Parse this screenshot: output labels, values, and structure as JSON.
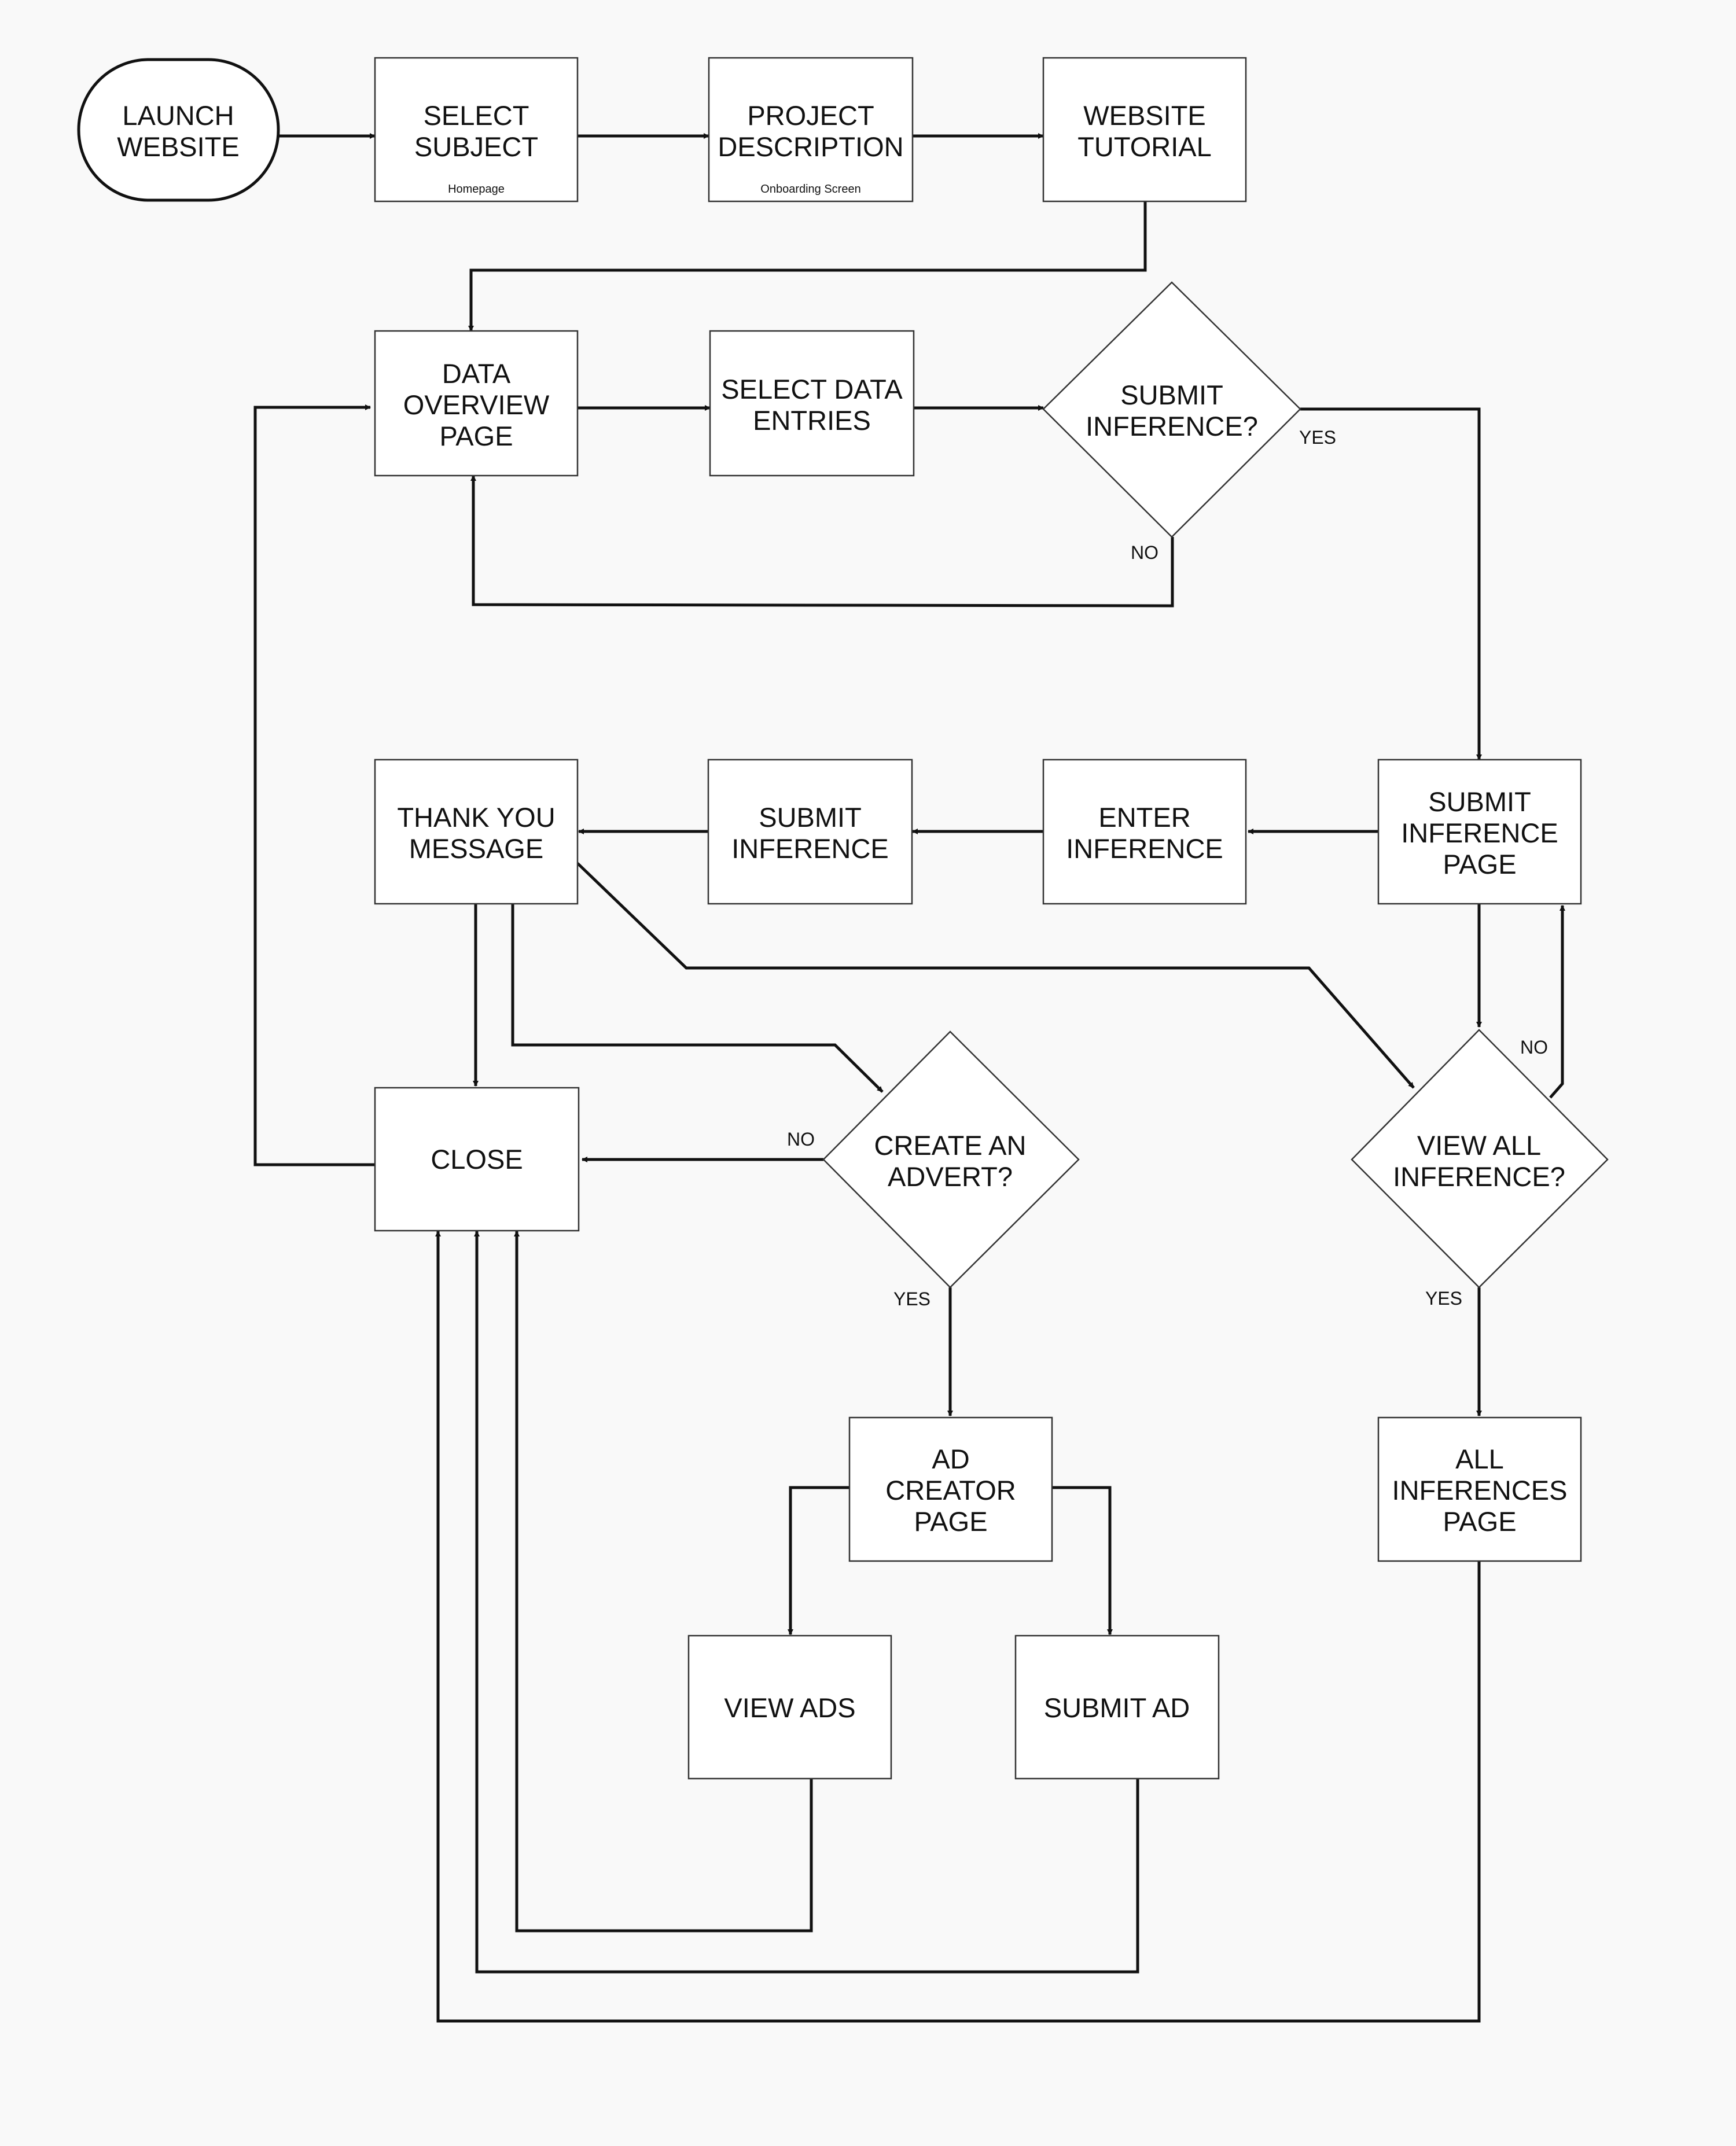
{
  "nodes": {
    "launch_website": {
      "lines": [
        "LAUNCH",
        "WEBSITE"
      ]
    },
    "select_subject": {
      "lines": [
        "SELECT",
        "SUBJECT"
      ],
      "sub": "Homepage"
    },
    "project_description": {
      "lines": [
        "PROJECT",
        "DESCRIPTION"
      ],
      "sub": "Onboarding Screen"
    },
    "website_tutorial": {
      "lines": [
        "WEBSITE",
        "TUTORIAL"
      ]
    },
    "data_overview": {
      "lines": [
        "DATA",
        "OVERVIEW",
        "PAGE"
      ]
    },
    "select_data_entries": {
      "lines": [
        "SELECT DATA",
        "ENTRIES"
      ]
    },
    "submit_inference_decision": {
      "lines": [
        "SUBMIT",
        "INFERENCE?"
      ]
    },
    "submit_inference_page": {
      "lines": [
        "SUBMIT",
        "INFERENCE",
        "PAGE"
      ]
    },
    "enter_inference": {
      "lines": [
        "ENTER",
        "INFERENCE"
      ]
    },
    "submit_inference": {
      "lines": [
        "SUBMIT",
        "INFERENCE"
      ]
    },
    "thank_you": {
      "lines": [
        "THANK YOU",
        "MESSAGE"
      ]
    },
    "close": {
      "lines": [
        "CLOSE"
      ]
    },
    "create_advert_decision": {
      "lines": [
        "CREATE AN",
        "ADVERT?"
      ]
    },
    "view_all_decision": {
      "lines": [
        "VIEW ALL",
        "INFERENCE?"
      ]
    },
    "ad_creator_page": {
      "lines": [
        "AD",
        "CREATOR",
        "PAGE"
      ]
    },
    "view_ads": {
      "lines": [
        "VIEW ADS"
      ]
    },
    "submit_ad": {
      "lines": [
        "SUBMIT AD"
      ]
    },
    "all_inferences_page": {
      "lines": [
        "ALL",
        "INFERENCES",
        "PAGE"
      ]
    }
  },
  "edge_labels": {
    "submit_yes": "YES",
    "submit_no": "NO",
    "view_all_no": "NO",
    "view_all_yes": "YES",
    "advert_no": "NO",
    "advert_yes": "YES"
  }
}
